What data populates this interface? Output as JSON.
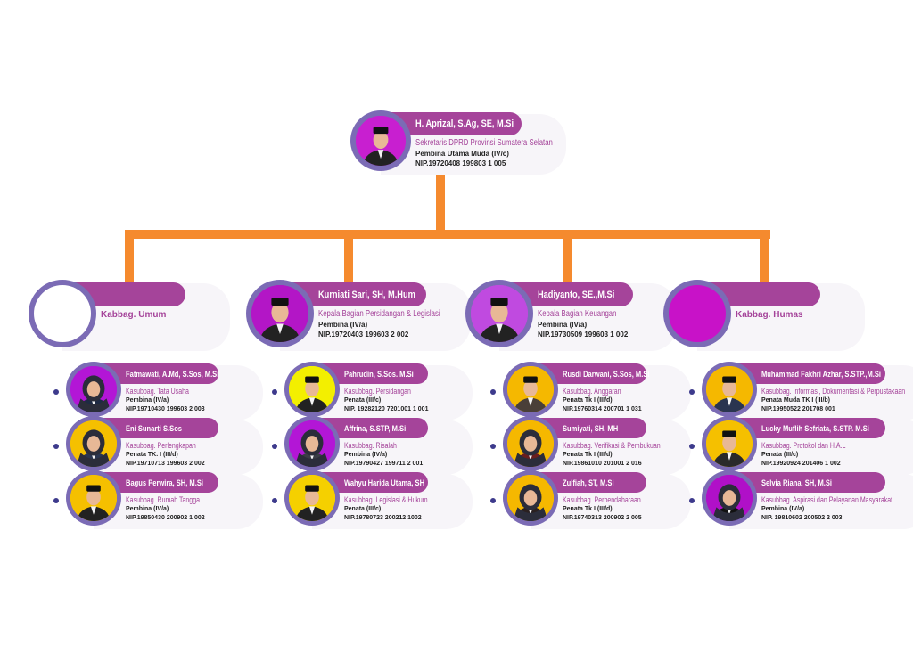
{
  "colors": {
    "bar": "#a5449a",
    "ring": "#7b6bb5",
    "connector": "#f58a2e",
    "role_text": "#a5449a",
    "bullet": "#3d3a8c"
  },
  "head": {
    "name": "H. Aprizal, S.Ag, SE, M.Si",
    "role": "Sekretaris DPRD Provinsi Sumatera Selatan",
    "rank": "Pembina Utama Muda (IV/c)",
    "nip": "NIP.19720408 199803 1 005",
    "photo_bg": "#c81fd0"
  },
  "divisions": [
    {
      "name": "",
      "role": "Kabbag. Umum",
      "rank": "",
      "nip": "",
      "photo_bg": "#ffffff",
      "empty": true,
      "staff": [
        {
          "name": "Fatmawati, A.Md, S.Sos, M.Si",
          "role": "Kasubbag. Tata Usaha",
          "rank": "Pembina (IV/a)",
          "nip": "NIP.19710430 199603 2 003",
          "photo_bg": "#b316d6",
          "shirt": "#1e2a44",
          "hijab": true
        },
        {
          "name": "Eni Sunarti S.Sos",
          "role": "Kasubbag. Perlengkapan",
          "rank": "Penata TK. I (III/d)",
          "nip": "NIP.19710713 199603 2 002",
          "photo_bg": "#f5c000",
          "shirt": "#2a3550",
          "hijab": true
        },
        {
          "name": "Bagus Perwira, SH, M.Si",
          "role": "Kasubbag. Rumah Tangga",
          "rank": "Pembina (IV/a)",
          "nip": "NIP.19850430 200902 1 002",
          "photo_bg": "#f5c000",
          "shirt": "#222",
          "hijab": false
        }
      ]
    },
    {
      "name": "Kurniati Sari, SH, M.Hum",
      "role": "Kepala Bagian Persidangan & Legislasi",
      "rank": "Pembina  (IV/a)",
      "nip": "NIP.19720403 199603 2 002",
      "photo_bg": "#b316c6",
      "hijabColor": "#8aa6c4",
      "staff": [
        {
          "name": "Pahrudin, S.Sos. M.Si",
          "role": "Kasubbag. Persidangan",
          "rank": "Penata (III/c)",
          "nip": "NIP. 19282120 7201001 1 001",
          "photo_bg": "#f3ef00",
          "shirt": "#222",
          "hijab": false
        },
        {
          "name": "Affrina, S.STP, M.Si",
          "role": "Kasubbag. Risalah",
          "rank": "Pembina (IV/a)",
          "nip": "NIP.19790427 199711 2 001",
          "photo_bg": "#b316d6",
          "shirt": "#3a3d45",
          "hijab": true
        },
        {
          "name": "Wahyu Harida Utama, SH",
          "role": "Kasubbag. Legislasi & Hukum",
          "rank": "Penata (III/c)",
          "nip": "NIP.19780723 200212 1002",
          "photo_bg": "#f5d000",
          "shirt": "#222",
          "hijab": false
        }
      ]
    },
    {
      "name": "Hadiyanto, SE.,M.Si",
      "role": "Kepala Bagian Keuangan",
      "rank": "Pembina (IV/a)",
      "nip": "NIP.19730509 199603 1 002",
      "photo_bg": "#c04ae0",
      "staff": [
        {
          "name": "Rusdi Darwani, S.Sos, M.Si",
          "role": "Kasubbag. Anggaran",
          "rank": "Penata Tk I (III/d)",
          "nip": "NIP.19760314 200701 1 031",
          "photo_bg": "#f5b800",
          "shirt": "#4a3f38",
          "hijab": false
        },
        {
          "name": "Sumiyati, SH, MH",
          "role": "Kasubbag. Verifikasi & Pembukuan",
          "rank": "Penata Tk I (III/d)",
          "nip": "NIP.19861010 201001 2 016",
          "photo_bg": "#f5b800",
          "shirt": "#6a1e1e",
          "hijab": true
        },
        {
          "name": "Zulfiah, ST, M.Si",
          "role": "Kasubbag. Perbendaharaan",
          "rank": "Penata Tk I (III/d)",
          "nip": "NIP.19740313 200902 2 005",
          "photo_bg": "#f5b800",
          "shirt": "#2a2020",
          "hijab": true
        }
      ]
    },
    {
      "name": "",
      "role": "Kabbag. Humas",
      "rank": "",
      "nip": "",
      "photo_bg": "#c812c8",
      "empty": true,
      "staff": [
        {
          "name": "Muhammad Fakhri Azhar, S.STP.,M.Si",
          "role": "Kasubbag. Informasi, Dokumentasi & Perpustakaan",
          "rank": "Penata Muda TK I (III/b)",
          "nip": "NIP.19950522 201708 001",
          "photo_bg": "#f5b800",
          "shirt": "#2a3550",
          "hijab": false
        },
        {
          "name": "Lucky Muflih Sefriata, S.STP. M.Si",
          "role": "Kasubbag. Protokol dan H.A.L",
          "rank": "Penata (III/c)",
          "nip": "NIP.19920924 201406 1 002",
          "photo_bg": "#f5c000",
          "shirt": "#2a2a2a",
          "hijab": false
        },
        {
          "name": "Selvia Riana, SH, M.Si",
          "role": "Kasubbag. Aspirasi dan Pelayanan Masyarakat",
          "rank": "Pembina (IV/a)",
          "nip": "NIP. 19810602 200502 2 003",
          "photo_bg": "#b010c8",
          "shirt": "#111",
          "hijab": true
        }
      ]
    }
  ]
}
